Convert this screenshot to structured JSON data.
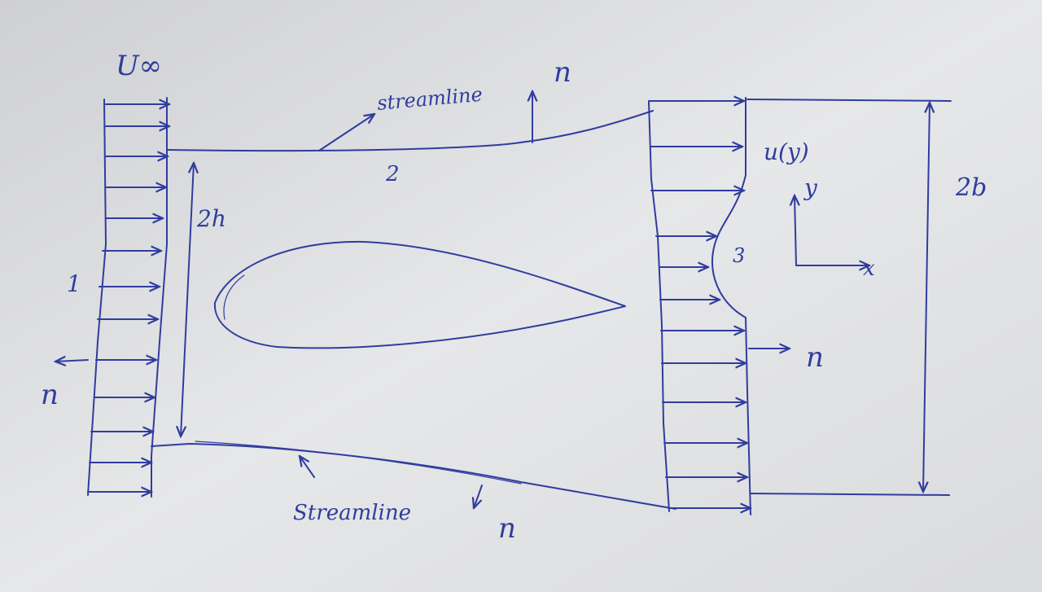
{
  "labels": {
    "u_inf": "U∞",
    "streamline_top": "streamline",
    "streamline_bottom": "Streamline",
    "section_1": "1",
    "section_2": "2",
    "section_3": "3",
    "height_2h": "2h",
    "height_2b": "2b",
    "u_of_y": "u(y)",
    "axis_y": "y",
    "axis_x": "x",
    "normal_top": "n",
    "normal_left": "n",
    "normal_right": "n",
    "normal_bottom": "n"
  },
  "colors": {
    "ink": "#2f3d9e",
    "paper": "#e4e5e7"
  }
}
